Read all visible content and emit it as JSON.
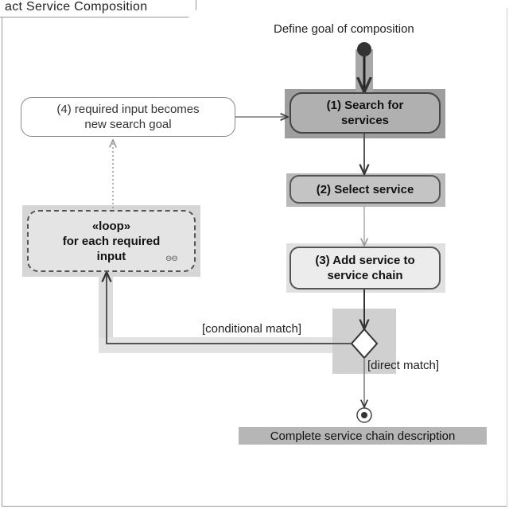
{
  "frame": {
    "title": "act Service Composition"
  },
  "nodes": {
    "start_label": "Define goal of composition",
    "search": {
      "line1": "(1) Search for",
      "line2": "services"
    },
    "select": {
      "label": "(2) Select service"
    },
    "add": {
      "line1": "(3) Add service to",
      "line2": "service chain"
    },
    "note": {
      "line1": "(4) required input becomes",
      "line2": "new search goal"
    },
    "loop": {
      "line1": "«loop»",
      "line2": "for each required",
      "line3": "input"
    },
    "complete": {
      "label": "Complete service chain description"
    }
  },
  "edges": {
    "conditional": "[conditional match]",
    "direct": "[direct match]"
  },
  "icons": {
    "loop_marker": "loop-glyph-icon",
    "initial": "initial-node-icon",
    "final": "final-node-icon",
    "decision": "decision-diamond-icon"
  },
  "colors": {
    "highlight": "#9e9e9e",
    "node_fill": "#c4c4c4",
    "stroke": "#444444",
    "background": "#ffffff"
  }
}
